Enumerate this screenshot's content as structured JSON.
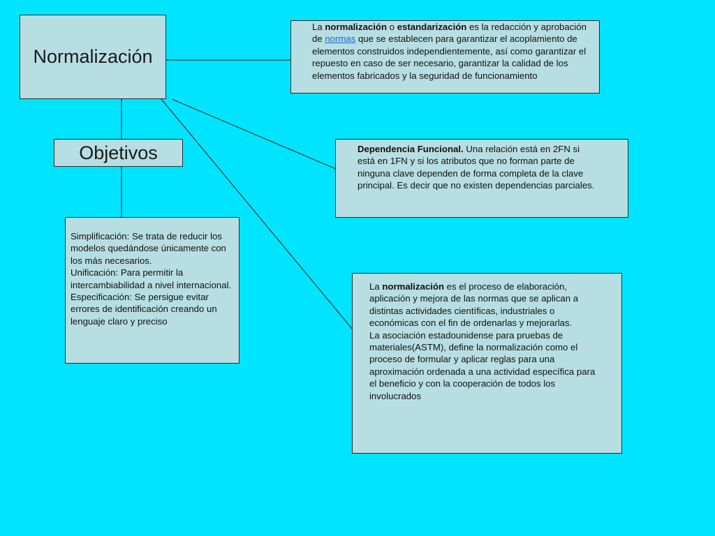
{
  "diagram": {
    "root": {
      "label": "Normalización"
    },
    "objectives": {
      "label": "Objetivos"
    },
    "definition": {
      "t1": "La ",
      "b1": "normalización",
      "t2": " o ",
      "b2": "estandarización",
      "t3": " es la redacción y aprobación de ",
      "link": "normas",
      "t4": " que se establecen para garantizar el acoplamiento de elementos construidos independientemente, así como garantizar el repuesto en caso de ser necesario, garantizar la calidad de los elementos fabricados y la seguridad de funcionamiento"
    },
    "dependency": {
      "bold": "Dependencia Funcional.",
      "rest": " Una relación está en 2FN si está en 1FN y si los atributos que no forman parte de ninguna clave dependen de forma completa de la clave principal. Es decir que no existen dependencias parciales."
    },
    "objectives_list": {
      "line1": "Simplificación: Se trata de reducir los modelos quedándose únicamente con los más necesarios.",
      "line2": "Unificación: Para permitir la intercambiabilidad a nivel internacional.",
      "line3": "Especificación: Se persigue evitar errores de identificación creando un lenguaje claro y preciso"
    },
    "process": {
      "t1": "La ",
      "bold": "normalización",
      "t2": " es el proceso de elaboración, aplicación y mejora de las normas que se aplican a distintas actividades científicas, industriales o económicas con el fin de ordenarlas y mejorarlas.",
      "t3": "La asociación estadounidense para pruebas de materiales(ASTM), define la normalización como el proceso de formular y aplicar reglas para una aproximación ordenada a una actividad específica para el beneficio y con la cooperación de todos los involucrados"
    }
  }
}
